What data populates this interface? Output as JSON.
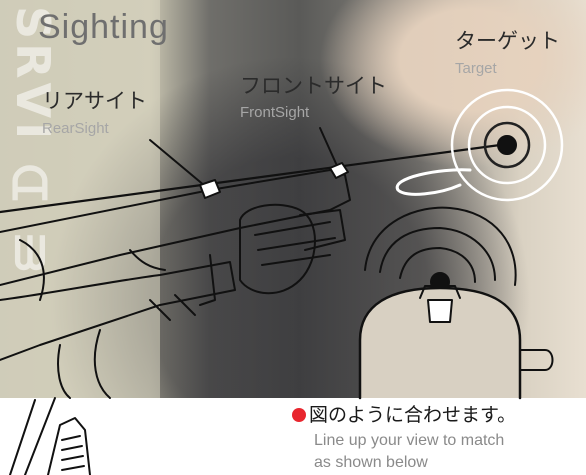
{
  "vertical_text": "SRVI   ᗩ ᗯ",
  "title": "Sighting",
  "labels": {
    "rear_sight_jp": "リアサイト",
    "rear_sight_en": "RearSight",
    "front_sight_jp": "フロントサイト",
    "front_sight_en": "FrontSight",
    "target_jp": "ターゲット",
    "target_en": "Target"
  },
  "caption": {
    "jp": "図のように合わせます。",
    "en_line1": "Line up your view to match",
    "en_line2": "as shown below"
  },
  "colors": {
    "bullet": "#e8262e",
    "title": "#6f6f6f"
  }
}
